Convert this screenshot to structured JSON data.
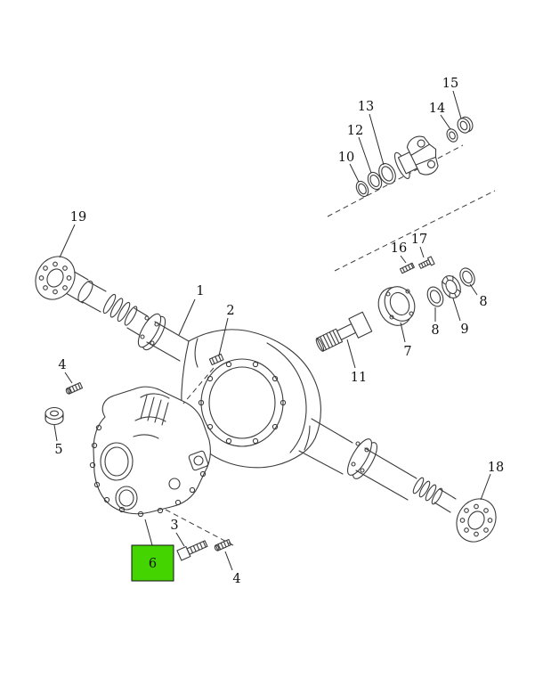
{
  "diagram": {
    "callouts": [
      {
        "label": "1"
      },
      {
        "label": "2"
      },
      {
        "label": "3"
      },
      {
        "label": "4"
      },
      {
        "label": "4"
      },
      {
        "label": "5"
      },
      {
        "label": "6"
      },
      {
        "label": "7"
      },
      {
        "label": "8"
      },
      {
        "label": "8"
      },
      {
        "label": "9"
      },
      {
        "label": "10"
      },
      {
        "label": "11"
      },
      {
        "label": "12"
      },
      {
        "label": "13"
      },
      {
        "label": "14"
      },
      {
        "label": "15"
      },
      {
        "label": "16"
      },
      {
        "label": "17"
      },
      {
        "label": "18"
      },
      {
        "label": "19"
      }
    ],
    "highlight": {
      "color": "#44d400"
    }
  }
}
